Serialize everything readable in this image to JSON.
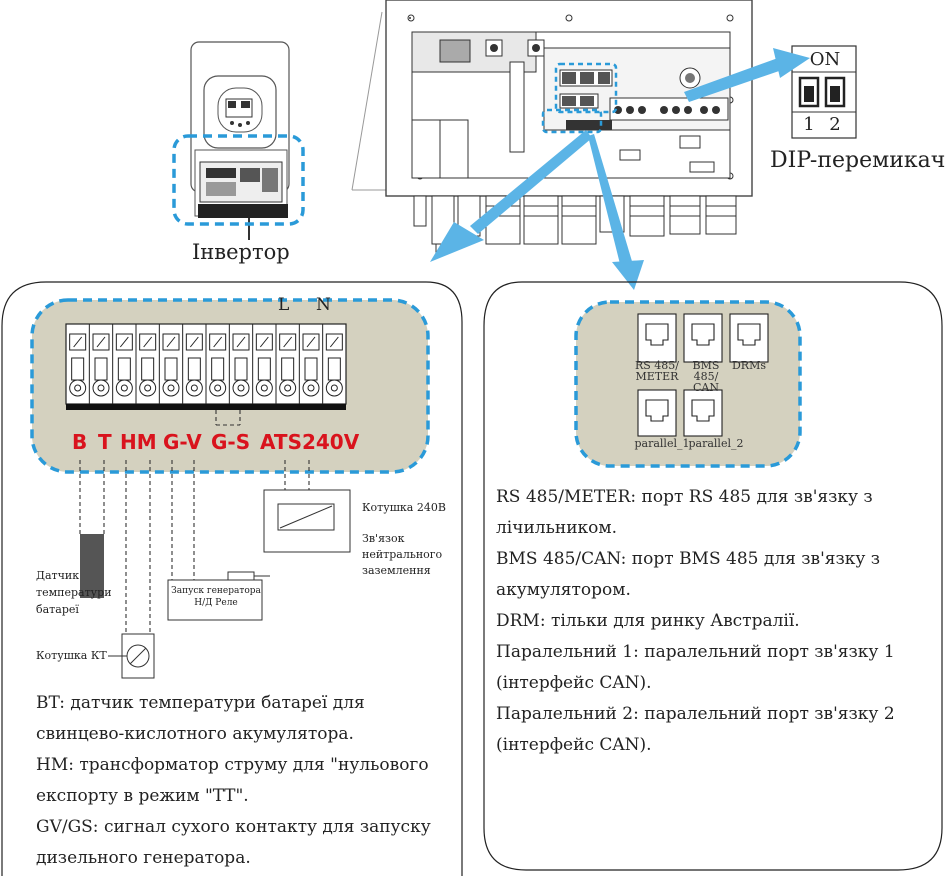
{
  "inverter_label": "Інвертор",
  "dip": {
    "on_label": "ON",
    "pos1": "1",
    "pos2": "2",
    "caption": "DIP-перемикач"
  },
  "left_panel": {
    "phase_L": "L",
    "phase_N": "N",
    "terminals": [
      "B",
      "T",
      "HM",
      "G-V",
      "G-S",
      "ATS240V"
    ],
    "coil_240": "Котушка 240В",
    "neutral_1": "Зв'язок",
    "neutral_2": "нейтрального",
    "neutral_3": "заземлення",
    "temp_sensor_1": "Датчик",
    "temp_sensor_2": "температури",
    "temp_sensor_3": "батареї",
    "gen_start_1": "Запуск генератора",
    "gen_start_2": "Н/Д Реле",
    "ct_coil": "Котушка КТ",
    "description": [
      "BT: датчик температури батареї для",
      "свинцево-кислотного акумулятора.",
      "HM: трансформатор струму для \"нульового",
      "експорту в режим \"ТТ\".",
      "GV/GS: сигнал сухого контакту для запуску",
      "дизельного генератора."
    ]
  },
  "right_panel": {
    "port_rs485_1": "RS 485/",
    "port_rs485_2": "METER",
    "port_bms_1": "BMS 485/",
    "port_bms_2": "CAN",
    "port_drm": "DRMs",
    "port_parallel1": "parallel_1",
    "port_parallel2": "parallel_2",
    "description": [
      "RS 485/METER: порт RS 485 для зв'язку з",
      "лічильником.",
      "BMS 485/CAN: порт BMS 485 для зв'язку з",
      "акумулятором.",
      "DRM: тільки для ринку Австралії.",
      "Паралельний 1: паралельний порт зв'язку 1",
      "(інтерфейс CAN).",
      "Паралельний 2: паралельний порт зв'язку 2",
      "(інтерфейс CAN)."
    ]
  },
  "colors": {
    "highlight": "#2a9ad8",
    "arrow": "#5bb4e6",
    "panel_fill": "#d4d1bf",
    "terminal_text": "#d9131d"
  }
}
